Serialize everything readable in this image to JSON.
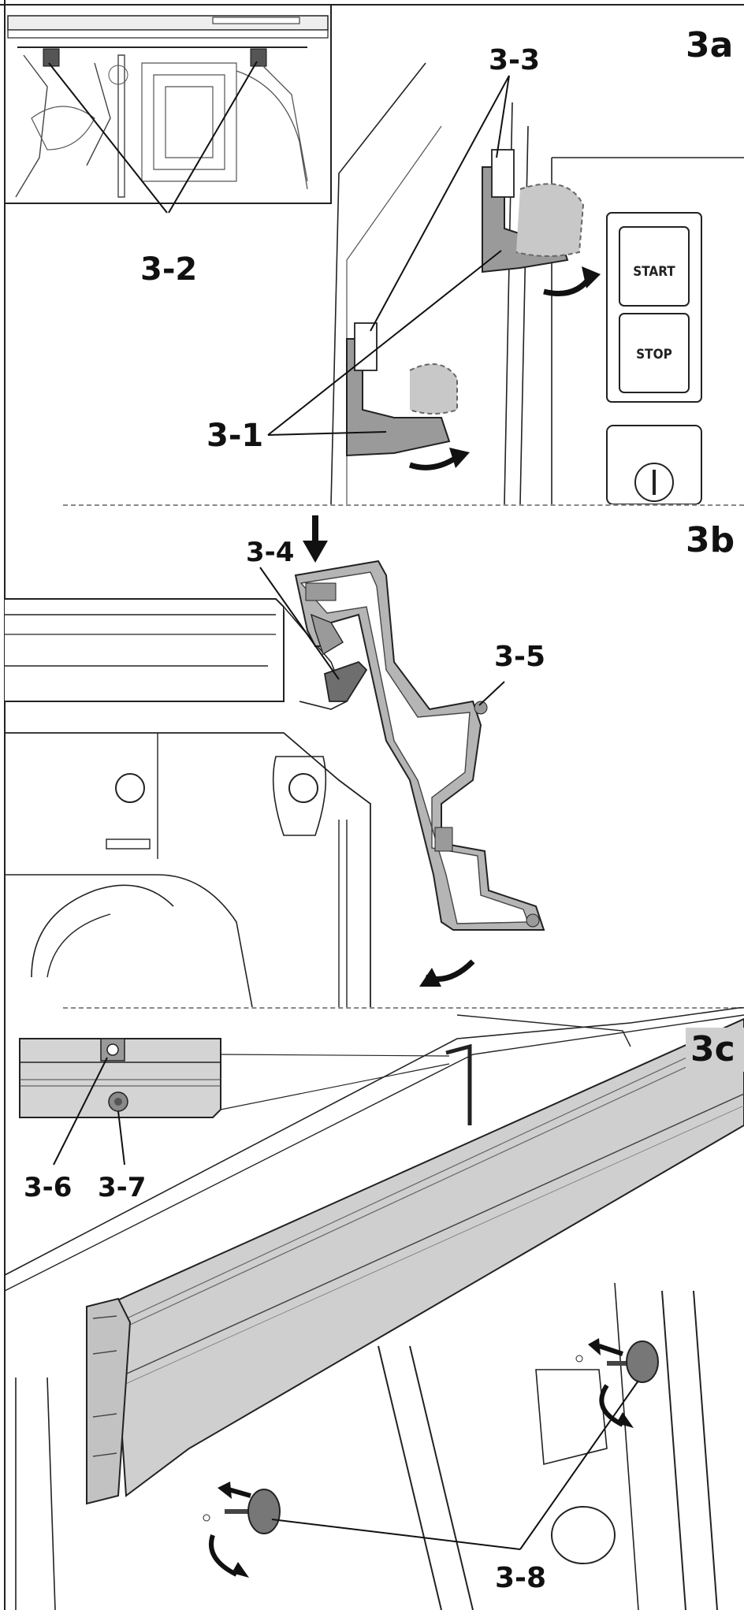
{
  "sections": {
    "a": {
      "label": "3a"
    },
    "b": {
      "label": "3b"
    },
    "c": {
      "label": "3c"
    }
  },
  "callouts": {
    "c3_1": "3-1",
    "c3_2": "3-2",
    "c3_3": "3-3",
    "c3_4": "3-4",
    "c3_5": "3-5",
    "c3_6": "3-6",
    "c3_7": "3-7",
    "c3_8": "3-8"
  },
  "buttons": {
    "start": "START",
    "stop": "STOP"
  },
  "colors": {
    "line": "#222222",
    "part_gray": "#9a9a9a",
    "part_dark": "#6e6e6e",
    "fence_gray": "#cfcfcf",
    "accent_black": "#111111"
  }
}
